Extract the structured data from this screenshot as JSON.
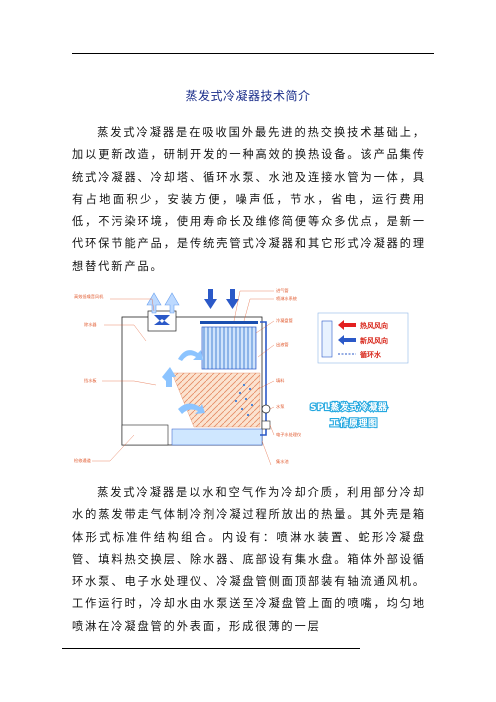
{
  "title": "蒸发式冷凝器技术简介",
  "paragraph1": "蒸发式冷凝器是在吸收国外最先进的热交换技术基础上，加以更新改造，研制开发的一种高效的换热设备。该产品集传统式冷凝器、冷却塔、循环水泵、水池及连接水管为一体，具有占地面积少，安装方便，噪声低，节水，省电，运行费用低，不污染环境，使用寿命长及维修简便等众多优点，是新一代环保节能产品，是传统壳管式冷凝器和其它形式冷凝器的理想替代新产品。",
  "paragraph2": "蒸发式冷凝器是以水和空气作为冷却介质，利用部分冷却水的蒸发带走气体制冷剂冷凝过程所放出的热量。其外壳是箱体形式标准件结构组合。内设有：喷淋水装置、蛇形冷凝盘管、填料热交换层、除水器、底部设有集水盘。箱体外部设循环水泵、电子水处理仪、冷凝盘管侧面顶部装有轴流通风机。工作运行时，冷却水由水泵送至冷凝盘管上面的喷嘴，均匀地喷淋在冷凝盘管的外表面，形成很薄的一层",
  "diagram": {
    "left_labels": [
      "高效低噪音风机",
      "除水器",
      "挡水板",
      "检修通道"
    ],
    "right_labels": [
      "进气管",
      "喷淋水系统",
      "冷凝盘管",
      "出液管",
      "填料",
      "水泵",
      "电子水处理仪",
      "集水池"
    ],
    "legend": [
      "热风风向",
      "新风风向",
      "循环水"
    ],
    "banner_line1": "SPL蒸发式冷凝器",
    "banner_line2": "工作原理图",
    "colors": {
      "arrow_blue": "#2b59c8",
      "hot_air": "#e32020",
      "coil_blue": "#3f7fd8",
      "label_orange": "#e0562a",
      "banner_blue": "#24a8e0"
    }
  }
}
